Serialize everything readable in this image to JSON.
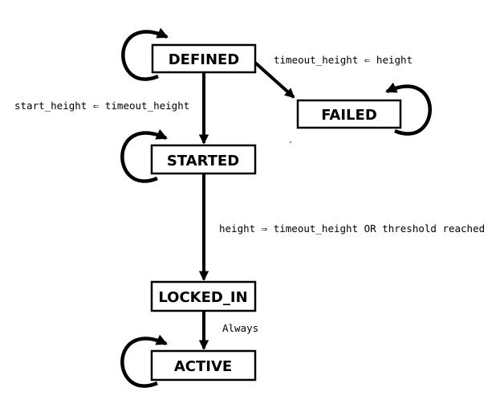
{
  "diagram": {
    "title": "deployment-state-machine",
    "colors": {
      "background": "#ffffff",
      "stroke": "#000000",
      "state_fill": "#ffffff",
      "artifact_dot": "#999999"
    },
    "states": [
      {
        "id": "defined",
        "label": "DEFINED",
        "has_self_loop": true
      },
      {
        "id": "failed",
        "label": "FAILED",
        "has_self_loop": true
      },
      {
        "id": "started",
        "label": "STARTED",
        "has_self_loop": true
      },
      {
        "id": "locked_in",
        "label": "LOCKED_IN",
        "has_self_loop": false
      },
      {
        "id": "active",
        "label": "ACTIVE",
        "has_self_loop": true
      }
    ],
    "transitions": [
      {
        "from": "DEFINED",
        "to": "FAILED",
        "label": "timeout_height ⇐ height"
      },
      {
        "from": "DEFINED",
        "to": "STARTED",
        "label": "start_height ⇐ timeout_height"
      },
      {
        "from": "STARTED",
        "to": "LOCKED_IN",
        "label": "height ⇒ timeout_height OR threshold reached"
      },
      {
        "from": "LOCKED_IN",
        "to": "ACTIVE",
        "label": "Always"
      },
      {
        "from": "DEFINED",
        "to": "DEFINED",
        "label": ""
      },
      {
        "from": "FAILED",
        "to": "FAILED",
        "label": ""
      },
      {
        "from": "STARTED",
        "to": "STARTED",
        "label": ""
      },
      {
        "from": "ACTIVE",
        "to": "ACTIVE",
        "label": ""
      }
    ]
  }
}
